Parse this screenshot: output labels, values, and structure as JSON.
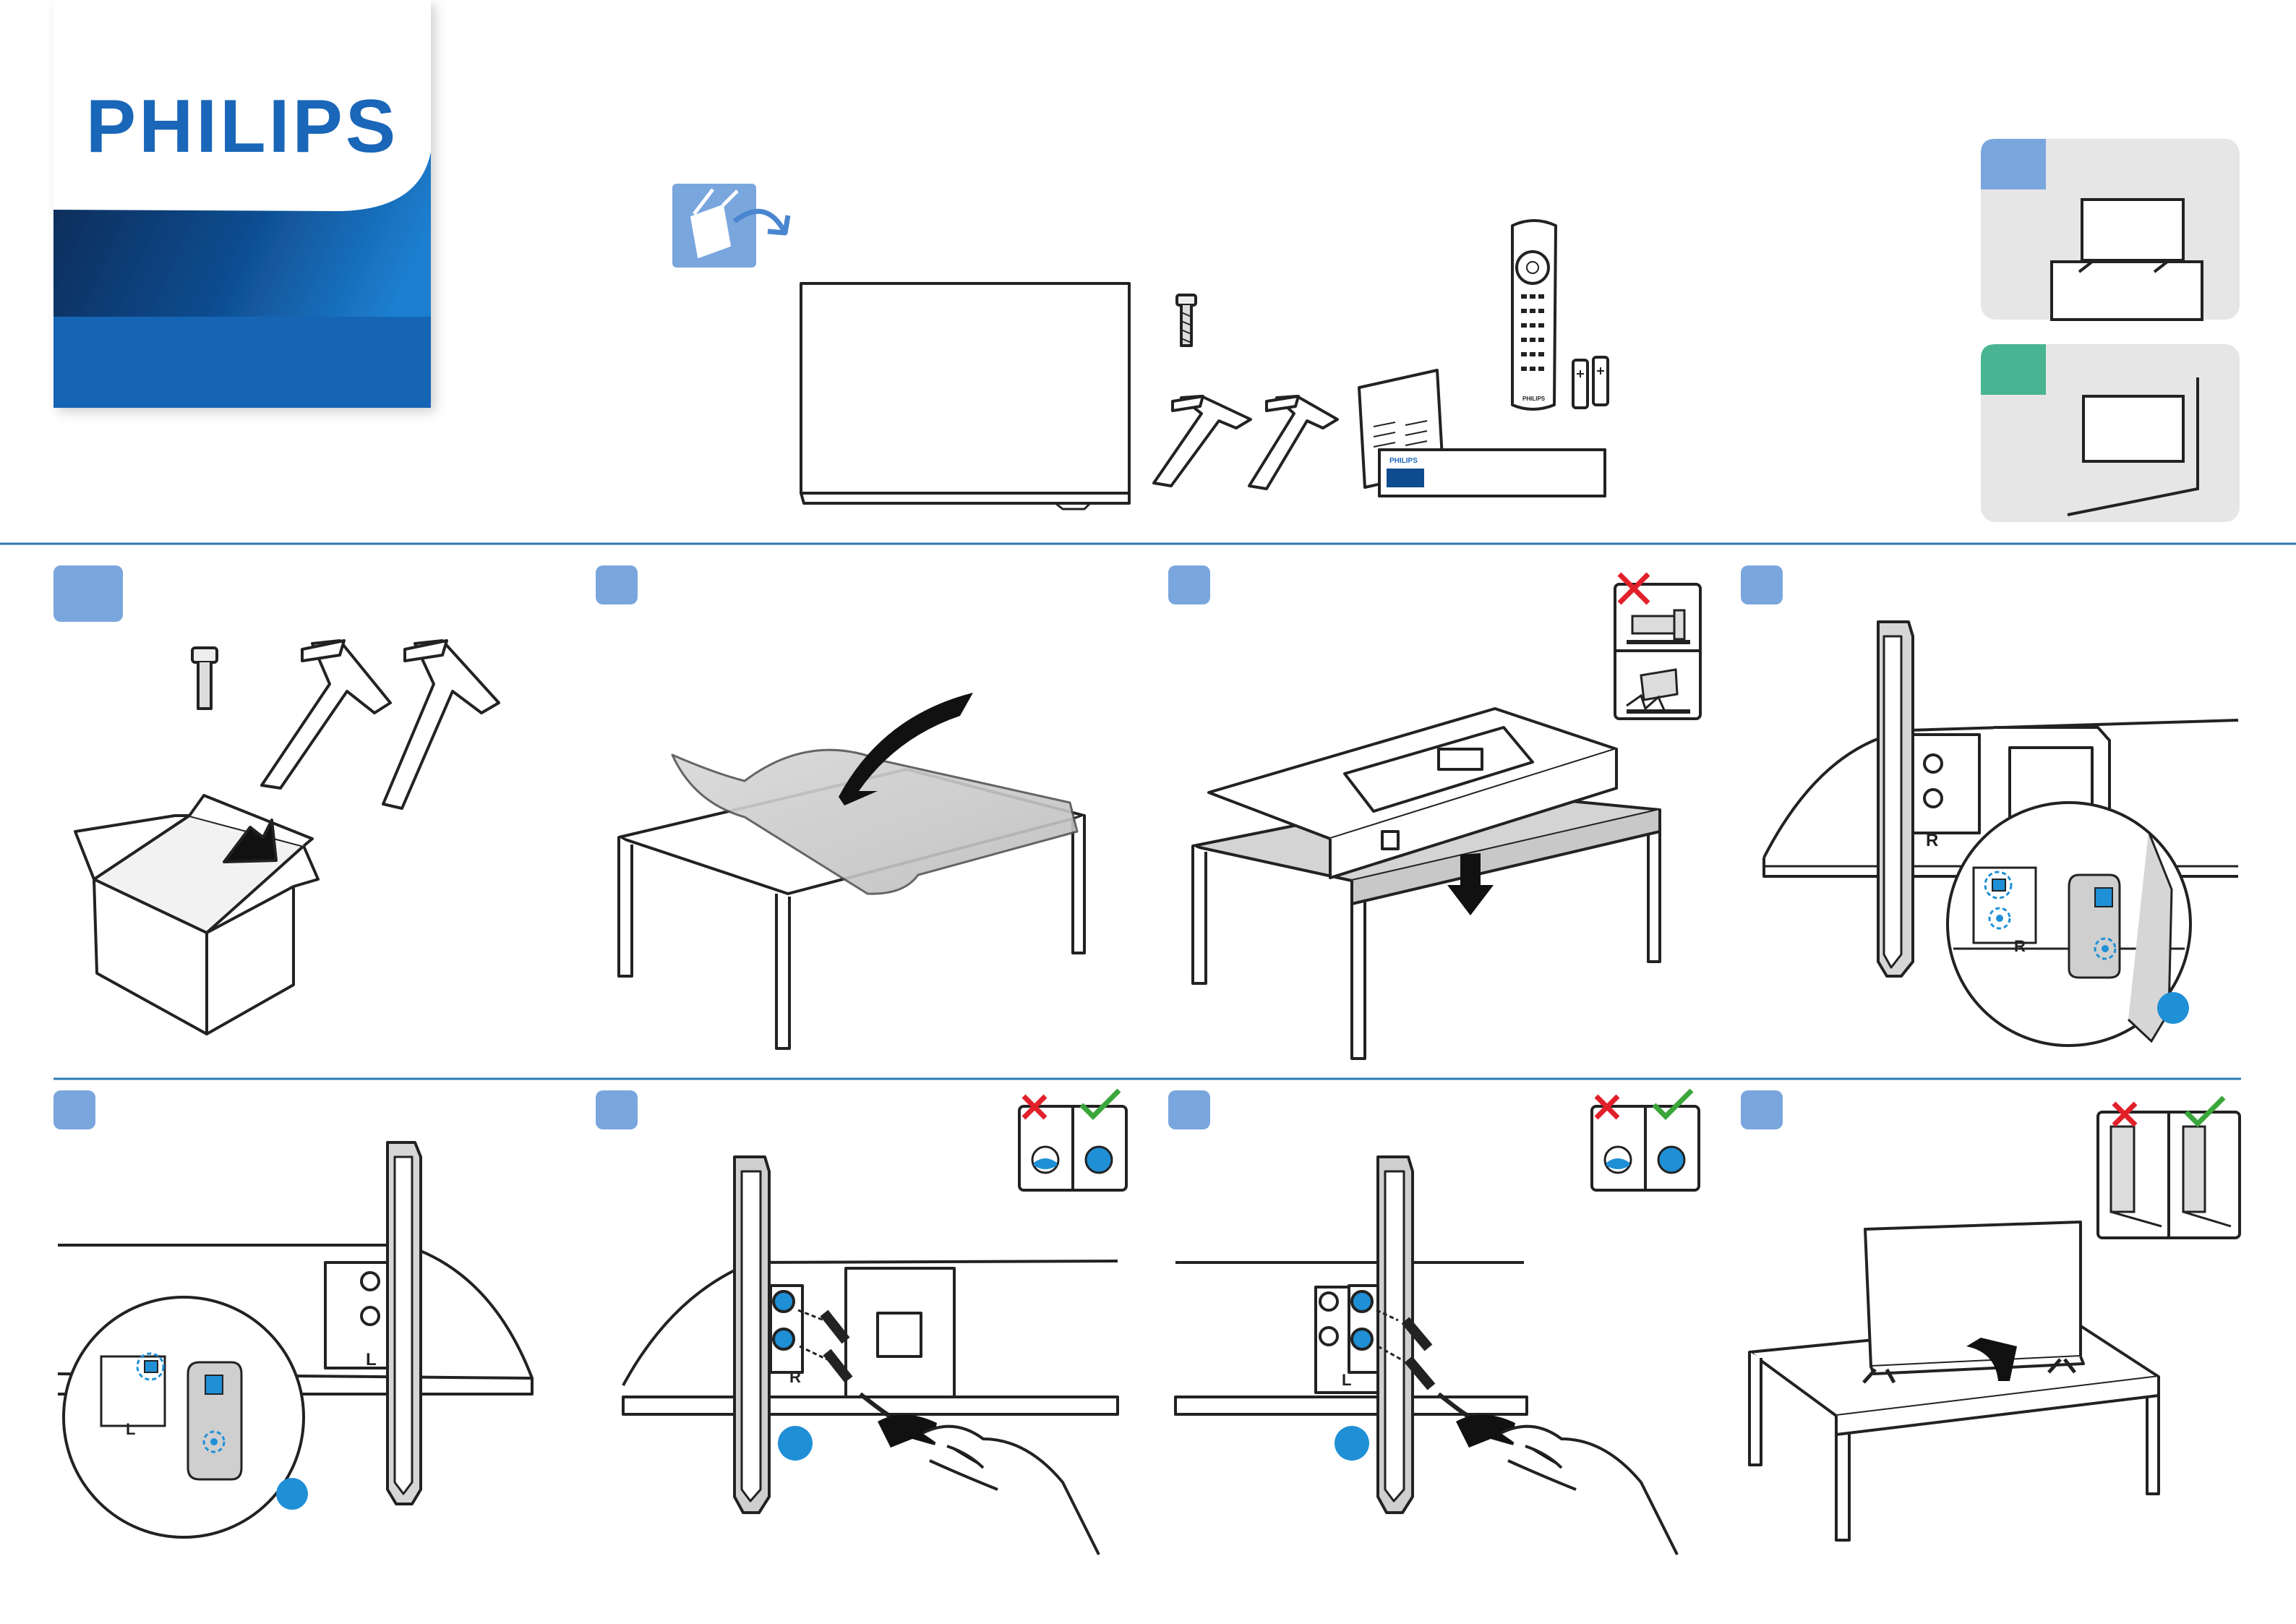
{
  "brand": {
    "logo_text": "PHILIPS",
    "logo_color": "#1a66b8",
    "band_dark": "#0c3a6e",
    "band_mid": "#1565b5"
  },
  "colors": {
    "step_badge": "#7aa6de",
    "option_blue": "#7aa6de",
    "option_green": "#49b492",
    "panel_bg": "#e6e6e6",
    "divider": "#2b7ab8",
    "dot_blue": "#1f8fd6",
    "cross_red": "#e2202a",
    "check_green": "#3aa63b"
  },
  "contents": {
    "icon": "open-box-icon",
    "items": [
      "tv-screen",
      "screw",
      "stand-leg-left",
      "stand-leg-right",
      "manual",
      "remote-control",
      "batteries"
    ],
    "manual_logo": "PHILIPS",
    "remote_logo": "PHILIPS"
  },
  "options": [
    {
      "name": "table-stand-option",
      "badge": "blue"
    },
    {
      "name": "wall-mount-option",
      "badge": "green"
    }
  ],
  "steps": [
    {
      "name": "unpack-stand",
      "row": 1,
      "badge": "step-1"
    },
    {
      "name": "place-protective-sheet",
      "row": 1,
      "badge": "step-2"
    },
    {
      "name": "lay-tv-face-down",
      "row": 1,
      "badge": "step-3",
      "warning": [
        "no-screw-icon",
        "no-drop-icon"
      ]
    },
    {
      "name": "attach-right-leg",
      "row": 1,
      "badge": "step-4",
      "label": "R"
    },
    {
      "name": "attach-left-leg",
      "row": 2,
      "badge": "step-5",
      "label": "L"
    },
    {
      "name": "screw-right-leg",
      "row": 2,
      "badge": "step-6",
      "label": "R"
    },
    {
      "name": "screw-left-leg",
      "row": 2,
      "badge": "step-7",
      "label": "L"
    },
    {
      "name": "stand-tv-upright",
      "row": 2,
      "badge": "step-8"
    }
  ]
}
